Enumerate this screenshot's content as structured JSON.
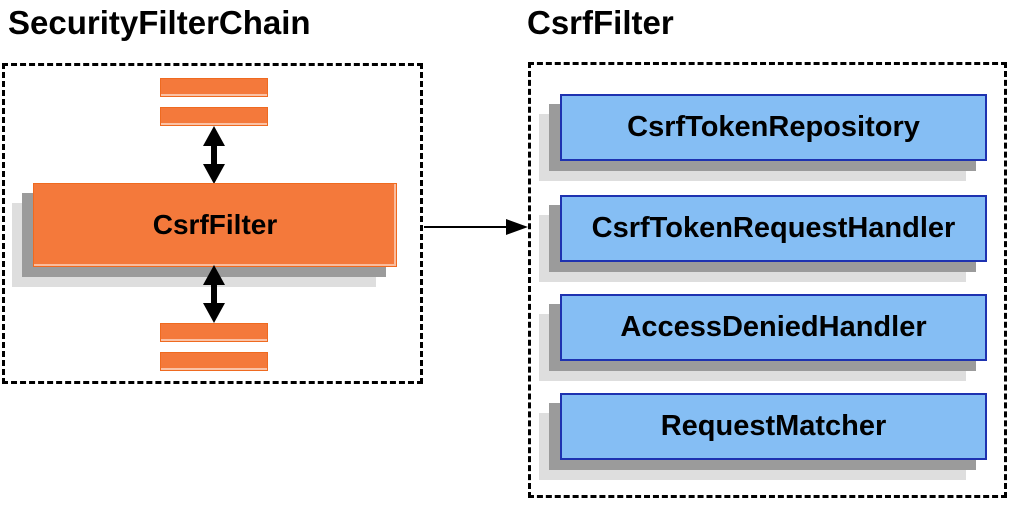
{
  "colors": {
    "background": "#FFFFFF",
    "orange": "#F4793B",
    "blue-fill": "#85BEF4",
    "blue-border": "#1E32B0",
    "shadow-dark": "#9B9B9B",
    "shadow-light": "#DEDEDE",
    "line": "#000000"
  },
  "left_panel": {
    "title": "SecurityFilterChain",
    "filter_label": "CsrfFilter"
  },
  "right_panel": {
    "title": "CsrfFilter",
    "components": [
      {
        "label": "CsrfTokenRepository"
      },
      {
        "label": "CsrfTokenRequestHandler"
      },
      {
        "label": "AccessDeniedHandler"
      },
      {
        "label": "RequestMatcher"
      }
    ]
  }
}
